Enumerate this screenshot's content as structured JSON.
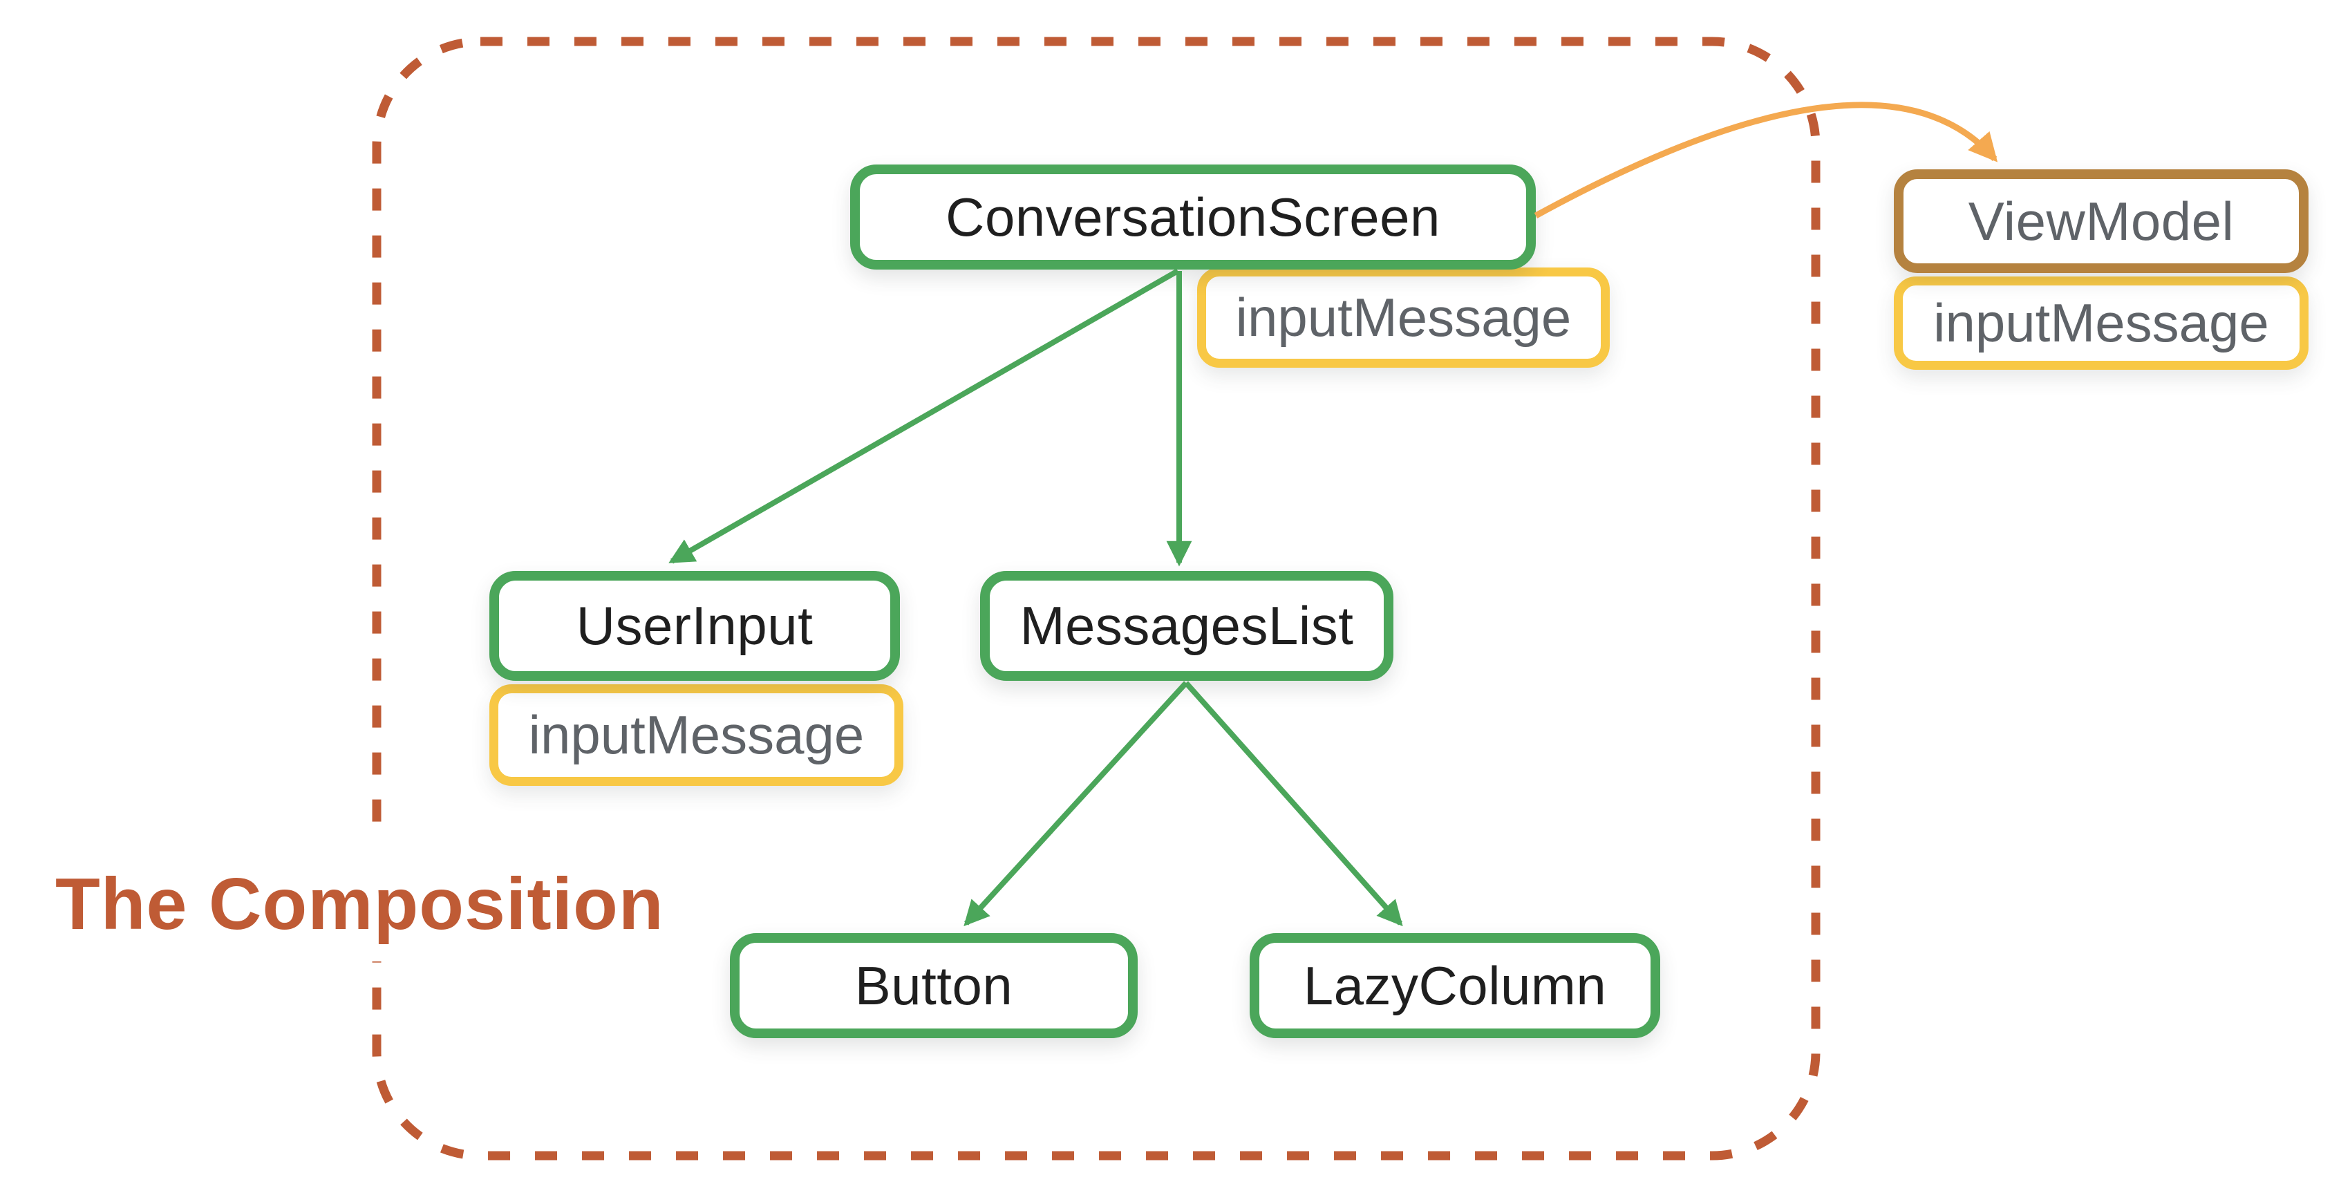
{
  "caption": {
    "text": "The Composition"
  },
  "nodes": {
    "conversation_screen": {
      "label": "ConversationScreen"
    },
    "user_input": {
      "label": "UserInput"
    },
    "messages_list": {
      "label": "MessagesList"
    },
    "button": {
      "label": "Button"
    },
    "lazy_column": {
      "label": "LazyColumn"
    },
    "view_model": {
      "label": "ViewModel"
    }
  },
  "badges": {
    "conversation_screen_state": {
      "label": "inputMessage"
    },
    "user_input_state": {
      "label": "inputMessage"
    },
    "view_model_state": {
      "label": "inputMessage"
    }
  },
  "edges": [
    {
      "from": "ConversationScreen",
      "to": "UserInput",
      "arrow_color": "green"
    },
    {
      "from": "ConversationScreen",
      "to": "MessagesList",
      "arrow_color": "green"
    },
    {
      "from": "MessagesList",
      "to": "Button",
      "arrow_color": "green"
    },
    {
      "from": "MessagesList",
      "to": "LazyColumn",
      "arrow_color": "green"
    },
    {
      "from": "ConversationScreen",
      "to": "ViewModel",
      "arrow_color": "orange"
    }
  ],
  "colors": {
    "green": "#4BA65A",
    "yellow": "#F8C845",
    "ochre": "#B5823F",
    "rust": "#BF5B35",
    "orange": "#F4A950",
    "label": "#1F1F1F",
    "muted": "#5F6368",
    "bg": "#FFFFFF"
  }
}
